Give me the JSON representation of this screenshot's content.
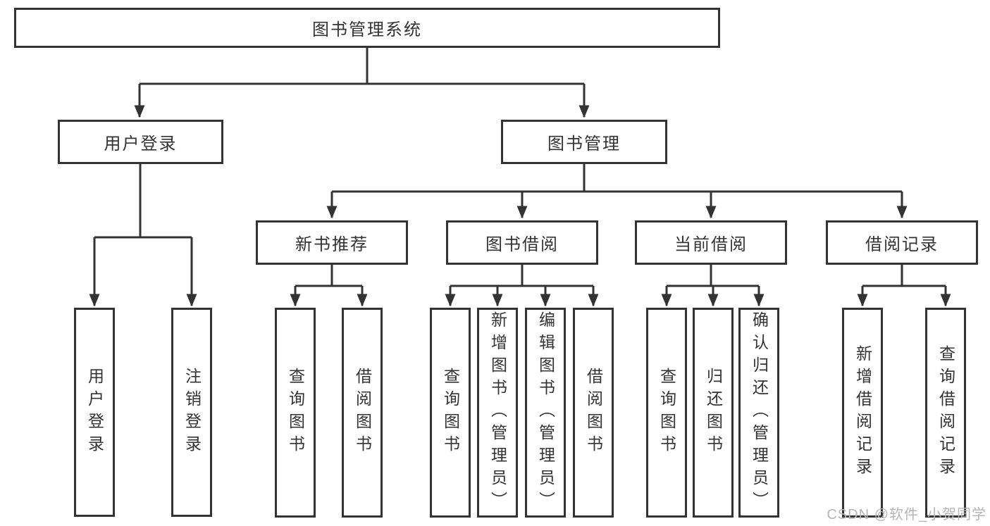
{
  "nodes": {
    "root": "图书管理系统",
    "user_login": "用户登录",
    "book_mgmt": "图书管理",
    "login": "用户登录",
    "logout": "注销登录",
    "new_book_rec": "新书推荐",
    "book_borrow": "图书借阅",
    "current_borrow": "当前借阅",
    "borrow_record": "借阅记录",
    "nb_query": "查询图书",
    "nb_borrow": "借阅图书",
    "bb_query": "查询图书",
    "bb_add": "新增图书（管理员）",
    "bb_edit": "编辑图书（管理员）",
    "bb_borrow": "借阅图书",
    "cb_query": "查询图书",
    "cb_return": "归还图书",
    "cb_confirm": "确认归还（管理员）",
    "br_add": "新增借阅记录",
    "br_query": "查询借阅记录"
  },
  "edges": [
    [
      "root",
      "user_login"
    ],
    [
      "root",
      "book_mgmt"
    ],
    [
      "user_login",
      "login"
    ],
    [
      "user_login",
      "logout"
    ],
    [
      "book_mgmt",
      "new_book_rec"
    ],
    [
      "book_mgmt",
      "book_borrow"
    ],
    [
      "book_mgmt",
      "current_borrow"
    ],
    [
      "book_mgmt",
      "borrow_record"
    ],
    [
      "new_book_rec",
      "nb_query"
    ],
    [
      "new_book_rec",
      "nb_borrow"
    ],
    [
      "book_borrow",
      "bb_query"
    ],
    [
      "book_borrow",
      "bb_add"
    ],
    [
      "book_borrow",
      "bb_edit"
    ],
    [
      "book_borrow",
      "bb_borrow"
    ],
    [
      "current_borrow",
      "cb_query"
    ],
    [
      "current_borrow",
      "cb_return"
    ],
    [
      "current_borrow",
      "cb_confirm"
    ],
    [
      "borrow_record",
      "br_add"
    ],
    [
      "borrow_record",
      "br_query"
    ]
  ],
  "watermark": {
    "text": "CSDN @软件_小贺同学",
    "color": "#b5b5b5"
  },
  "colors": {
    "line": "#333333",
    "box_border": "#333333",
    "box_background": "#ffffff",
    "text": "#333333",
    "background": "#ffffff"
  }
}
